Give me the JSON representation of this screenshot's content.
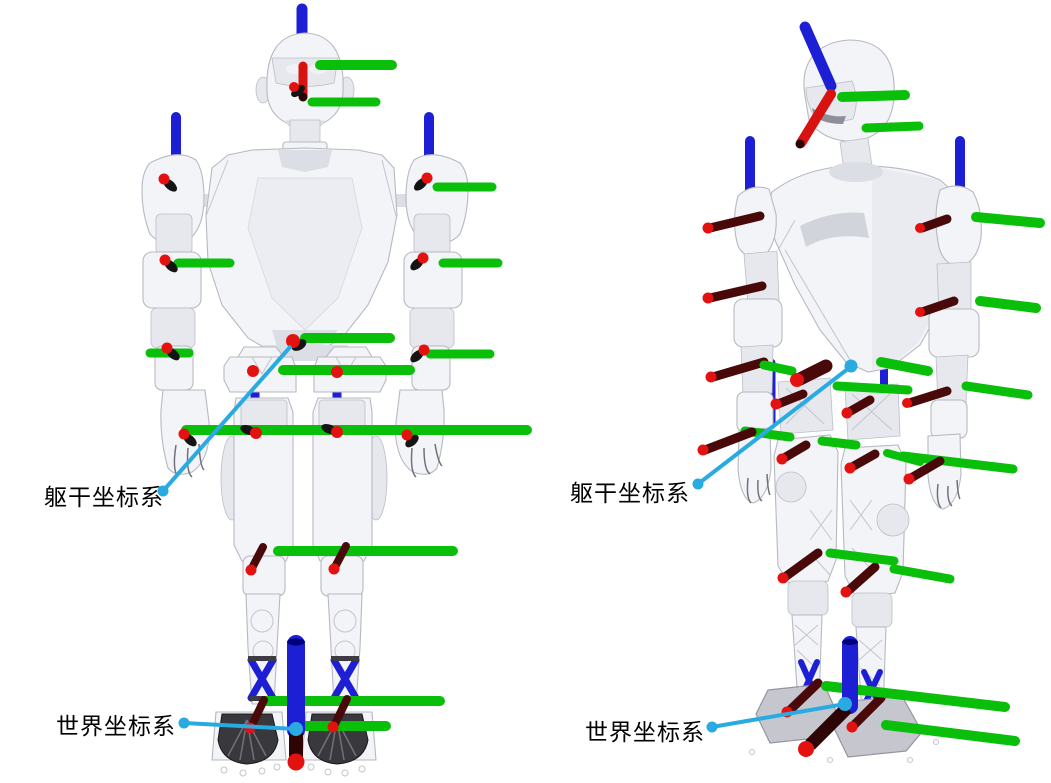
{
  "page": {
    "background": "#ffffff"
  },
  "colors": {
    "axis_x_red": "#d81111",
    "axis_x_dark_red": "#4a0909",
    "axis_y_green": "#0abf0a",
    "axis_z_blue": "#1c1fd4",
    "leader_line_cyan": "#29abe2",
    "robot_body": "#f3f4f7",
    "label_text": "#000000"
  },
  "views": {
    "front": {
      "torso_label": "躯干坐标系",
      "world_label": "世界坐标系"
    },
    "perspective": {
      "torso_label": "躯干坐标系",
      "world_label": "世界坐标系"
    }
  }
}
